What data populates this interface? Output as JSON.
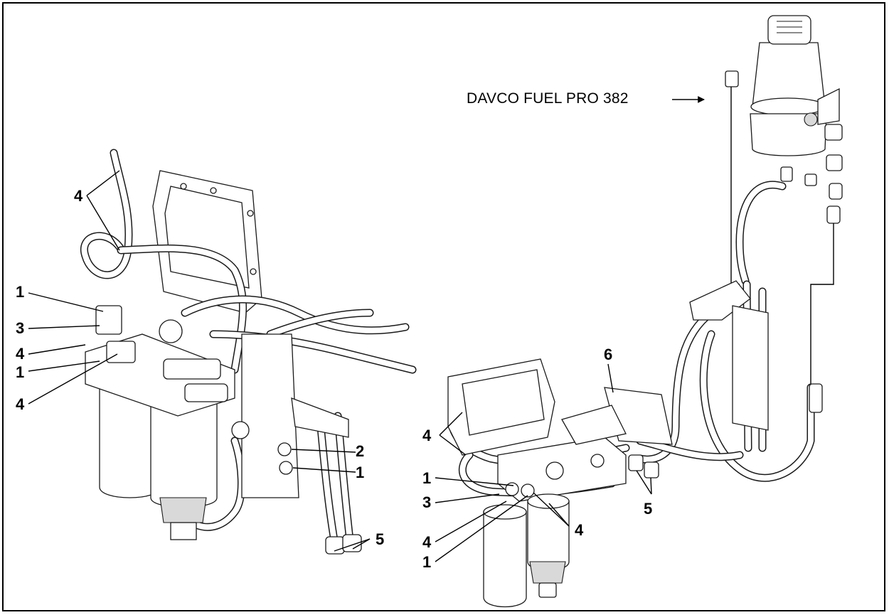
{
  "title_label": "DAVCO FUEL PRO 382",
  "left_callouts": [
    "4",
    "1",
    "3",
    "4",
    "1",
    "4",
    "2",
    "1",
    "5"
  ],
  "right_callouts": [
    "6",
    "4",
    "1",
    "3",
    "4",
    "1",
    "4",
    "5"
  ]
}
